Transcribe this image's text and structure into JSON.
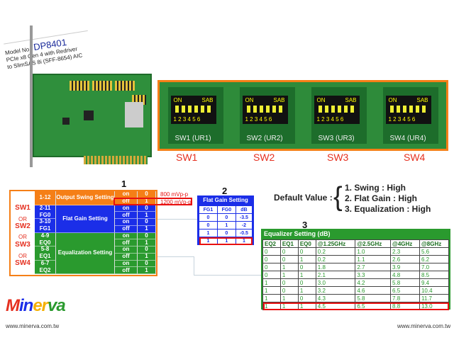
{
  "label_card": {
    "model_prefix": "Model No.:",
    "model": "DP8401",
    "desc1": "PCIe x8 Gen 4 with Redriver",
    "desc2": "to SlimSAS 8i (SFF-8654) AIC"
  },
  "switch_photos": [
    {
      "label": "SW1 (UR1)",
      "name": "SW1"
    },
    {
      "label": "SW2 (UR2)",
      "name": "SW2"
    },
    {
      "label": "SW3 (UR3)",
      "name": "SW3"
    },
    {
      "label": "SW4 (UR4)",
      "name": "SW4"
    }
  ],
  "dip": {
    "on": "ON",
    "sab": "SAB",
    "numbers": "1 2 3 4 5 6"
  },
  "markers": {
    "one": "1",
    "two": "2",
    "three": "3"
  },
  "settings_table": {
    "switches": [
      "SW1",
      "OR",
      "SW2",
      "OR",
      "SW3",
      "OR",
      "SW4"
    ],
    "groups": [
      {
        "name": "Output Swing Setting",
        "color": "#f57f17",
        "pins": [
          {
            "pin": "1-12",
            "sig": ""
          }
        ]
      },
      {
        "name": "Flat Gain Setting",
        "color": "#1b2ee8",
        "pins": [
          {
            "pin": "2-11",
            "sig": "FG0"
          },
          {
            "pin": "3-10",
            "sig": "FG1"
          }
        ]
      },
      {
        "name": "Equalization Setting",
        "color": "#2a9a2e",
        "pins": [
          {
            "pin": "4-9",
            "sig": "EQ0"
          },
          {
            "pin": "5-8",
            "sig": "EQ1"
          },
          {
            "pin": "6-7",
            "sig": "EQ2"
          }
        ]
      }
    ],
    "states": [
      [
        "on",
        "0"
      ],
      [
        "off",
        "1"
      ]
    ],
    "swing_notes": [
      "800 mVp-p",
      "1200 mVp-p"
    ]
  },
  "flat_gain": {
    "title": "Flat Gain Setting",
    "headers": [
      "FG1",
      "FG0",
      "dB"
    ],
    "rows": [
      [
        "0",
        "0",
        "-3.5"
      ],
      [
        "0",
        "1",
        "-2"
      ],
      [
        "1",
        "0",
        "-0.5"
      ],
      [
        "1",
        "1",
        "1"
      ]
    ]
  },
  "default": {
    "label": "Default Value :",
    "items": [
      "1. Swing : High",
      "2. Flat Gain : High",
      "3. Equalization : High"
    ]
  },
  "equalizer": {
    "title": "Equalizer Setting (dB)",
    "headers": [
      "EQ2",
      "EQ1",
      "EQ0",
      "@1.25GHz",
      "@2.5GHz",
      "@4GHz",
      "@8GHz"
    ],
    "rows": [
      [
        "0",
        "0",
        "0",
        "0.2",
        "1.0",
        "2.3",
        "5.6"
      ],
      [
        "0",
        "0",
        "1",
        "0.2",
        "1.1",
        "2.6",
        "6.2"
      ],
      [
        "0",
        "1",
        "0",
        "1.8",
        "2.7",
        "3.9",
        "7.0"
      ],
      [
        "0",
        "1",
        "1",
        "2.1",
        "3.3",
        "4.8",
        "8.5"
      ],
      [
        "1",
        "0",
        "0",
        "3.0",
        "4.2",
        "5.8",
        "9.4"
      ],
      [
        "1",
        "0",
        "1",
        "3.2",
        "4.6",
        "6.5",
        "10.4"
      ],
      [
        "1",
        "1",
        "0",
        "4.3",
        "5.8",
        "7.8",
        "11.7"
      ],
      [
        "1",
        "1",
        "1",
        "4.5",
        "6.5",
        "8.8",
        "13.0"
      ]
    ]
  },
  "footer": {
    "logo": "Minerva",
    "url_left": "www.minerva.com.tw",
    "url_right": "www.minerva.com.tw"
  },
  "colors": {
    "swing": "#f57f17",
    "flat_gain": "#1b2ee8",
    "eq": "#2a9a2e",
    "highlight": "#e81010",
    "sw_label": "#e53020"
  }
}
